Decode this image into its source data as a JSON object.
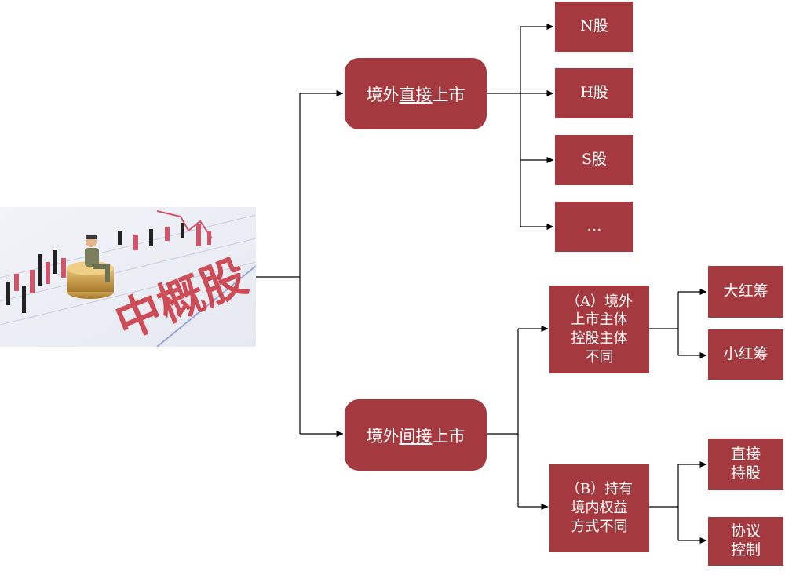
{
  "colors": {
    "box": "#a43a3f",
    "line": "#000000",
    "text": "#ffffff"
  },
  "image": {
    "overlay_text": "中概股"
  },
  "direct": {
    "pre": "境外",
    "emph": "直接",
    "post": "上市"
  },
  "indirect": {
    "pre": "境外",
    "emph": "间接",
    "post": "上市"
  },
  "direct_types": [
    "N股",
    "H股",
    "S股",
    "…"
  ],
  "branch_a": {
    "lines": [
      "（A）境外",
      "上市主体",
      "控股主体",
      "不同"
    ]
  },
  "branch_a_items": [
    "大红筹",
    "小红筹"
  ],
  "branch_b": {
    "lines": [
      "（B）持有",
      "境内权益",
      "方式不同"
    ]
  },
  "branch_b_items": [
    [
      "直接",
      "持股"
    ],
    [
      "协议",
      "控制"
    ]
  ]
}
